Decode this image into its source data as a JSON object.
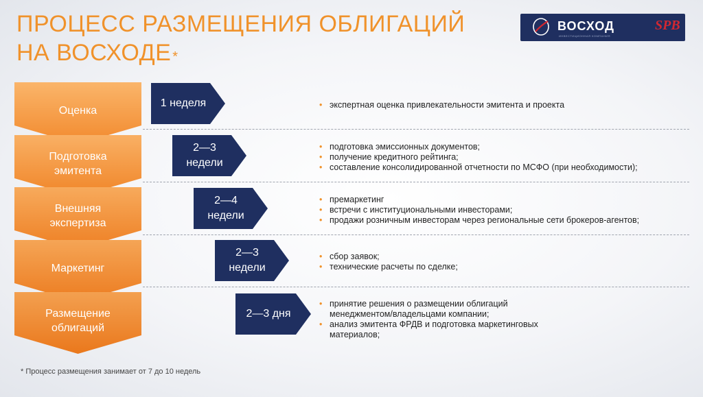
{
  "title": {
    "line1": "ПРОЦЕСС РАЗМЕЩЕНИЯ ОБЛИГАЦИЙ",
    "line2": "НА ВОСХОДЕ",
    "mark": "*"
  },
  "logo": {
    "name": "ВОСХОД",
    "sub": "ИНВЕСТИЦИОННАЯ КОМПАНИЯ",
    "spb": "SPB"
  },
  "stages": [
    {
      "label": [
        "Оценка"
      ],
      "duration": [
        "1 неделя"
      ],
      "bullets": [
        "экспертная оценка привлекательности эмитента и проекта"
      ]
    },
    {
      "label": [
        "Подготовка",
        "эмитента"
      ],
      "duration": [
        "2—3",
        "недели"
      ],
      "bullets": [
        "подготовка эмиссионных документов;",
        "получение кредитного рейтинга;",
        "составление консолидированной отчетности по МСФО (при необходимости);"
      ]
    },
    {
      "label": [
        "Внешняя",
        "экспертиза"
      ],
      "duration": [
        "2—4",
        "недели"
      ],
      "bullets": [
        "премаркетинг",
        "встречи с институциональными инвесторами;",
        "продажи розничным инвесторам через региональные сети брокеров-агентов;"
      ]
    },
    {
      "label": [
        "Маркетинг"
      ],
      "duration": [
        "2—3",
        "недели"
      ],
      "bullets": [
        "сбор заявок;",
        "технические расчеты по сделке;"
      ]
    },
    {
      "label": [
        "Размещение",
        "облигаций"
      ],
      "duration": [
        "2—3 дня"
      ],
      "bullets": [
        "принятие решения о размещении облигаций менеджментом/владельцами компании;",
        "анализ эмитента ФРДВ и подготовка маркетинговых материалов;"
      ]
    }
  ],
  "footnote": "* Процесс размещения занимает от 7 до 10 недель",
  "colors": {
    "accent_orange": "#f0922b",
    "navy": "#1f2f60",
    "logo_red": "#d22731"
  }
}
